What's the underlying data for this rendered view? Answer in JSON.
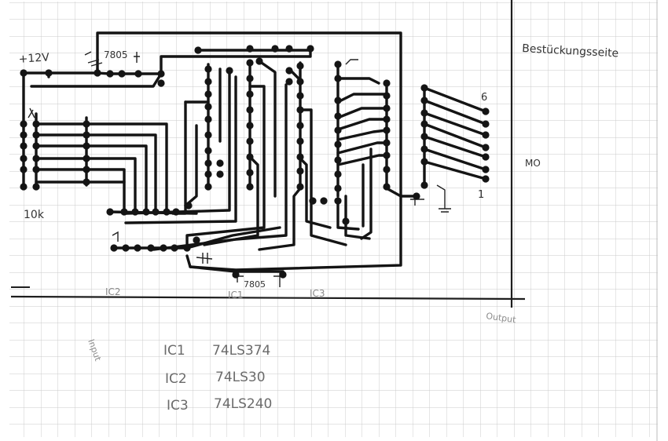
{
  "labels": {
    "voltage": "+12V",
    "regulator_top": "7805",
    "regulator_bottom": "7805",
    "resistor": "10k",
    "component_side": "Bestückungsseite",
    "ic2_mark": "IC2",
    "ic1_mark": "IC1",
    "ic3_mark": "IC3",
    "conn_top_num": "6",
    "conn_bottom_num": "1",
    "conn_side": "MO",
    "input": "Input",
    "output": "Output"
  },
  "bom": [
    {
      "ref": "IC1",
      "part": "74LS374"
    },
    {
      "ref": "IC2",
      "part": "74LS30"
    },
    {
      "ref": "IC3",
      "part": "74LS240"
    }
  ]
}
